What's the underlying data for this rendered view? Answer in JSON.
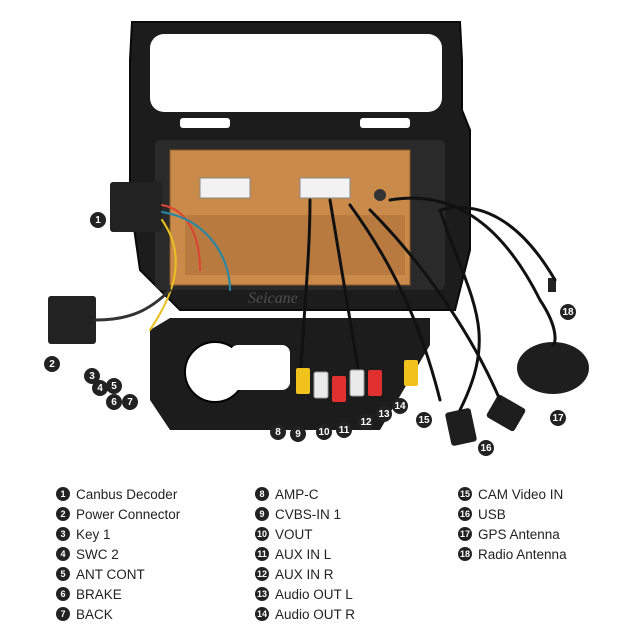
{
  "watermark": "Seicane",
  "callouts": [
    "1",
    "2",
    "3",
    "4",
    "5",
    "6",
    "7",
    "8",
    "9",
    "10",
    "11",
    "12",
    "13",
    "14",
    "15",
    "16",
    "17",
    "18"
  ],
  "legend": {
    "col1": [
      {
        "num": "1",
        "label": "Canbus Decoder"
      },
      {
        "num": "2",
        "label": "Power Connector"
      },
      {
        "num": "3",
        "label": "Key 1"
      },
      {
        "num": "4",
        "label": "SWC 2"
      },
      {
        "num": "5",
        "label": "ANT CONT"
      },
      {
        "num": "6",
        "label": "BRAKE"
      },
      {
        "num": "7",
        "label": "BACK"
      }
    ],
    "col2": [
      {
        "num": "8",
        "label": "AMP-C"
      },
      {
        "num": "9",
        "label": "CVBS-IN 1"
      },
      {
        "num": "10",
        "label": "VOUT"
      },
      {
        "num": "11",
        "label": "AUX IN L"
      },
      {
        "num": "12",
        "label": "AUX IN R"
      },
      {
        "num": "13",
        "label": "Audio OUT L"
      },
      {
        "num": "14",
        "label": "Audio OUT R"
      }
    ],
    "col3": [
      {
        "num": "15",
        "label": "CAM Video IN"
      },
      {
        "num": "16",
        "label": "USB"
      },
      {
        "num": "17",
        "label": "GPS Antenna"
      },
      {
        "num": "18",
        "label": "Radio Antenna"
      }
    ]
  }
}
